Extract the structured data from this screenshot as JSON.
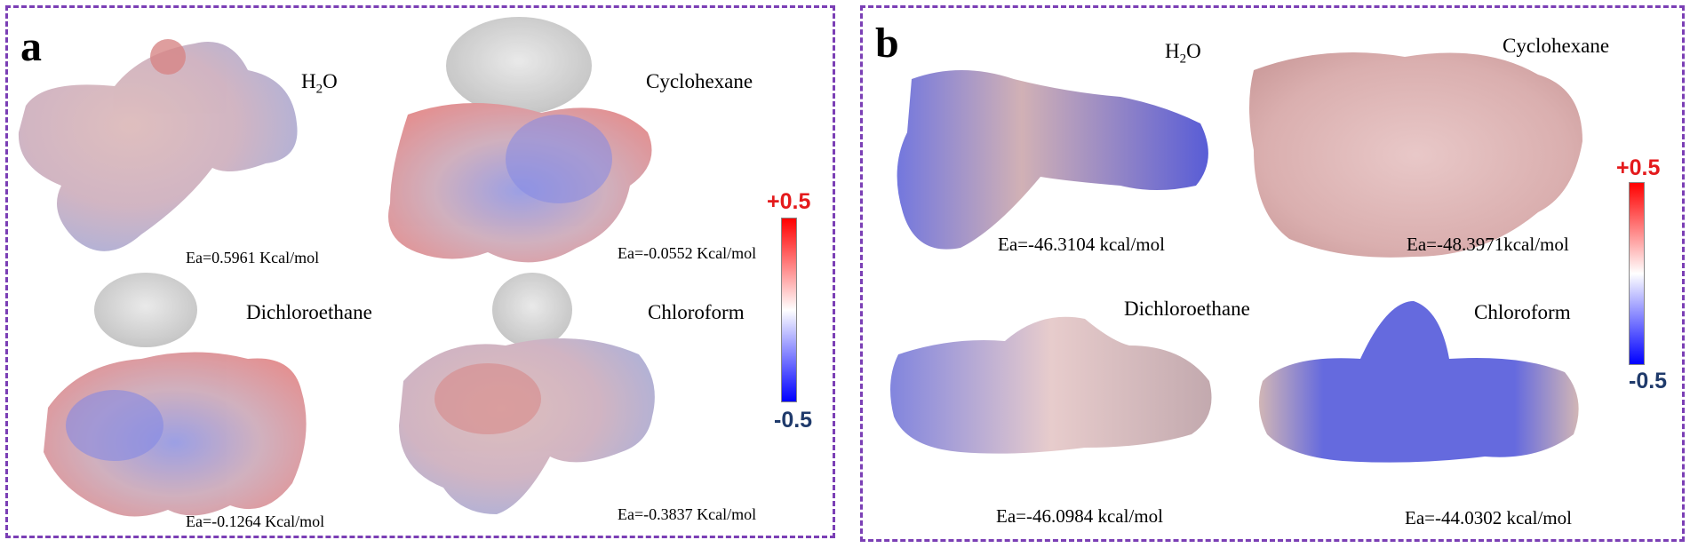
{
  "panel_a": {
    "letter": "a",
    "colorbar": {
      "max": "+0.5",
      "min": "-0.5"
    },
    "items": [
      {
        "solvent": "H",
        "sub": "2",
        "suffix": "O",
        "energy": "Ea=0.5961 Kcal/mol"
      },
      {
        "solvent": "Cyclohexane",
        "energy": "Ea=-0.0552 Kcal/mol"
      },
      {
        "solvent": "Dichloroethane",
        "energy": "Ea=-0.1264 Kcal/mol"
      },
      {
        "solvent": "Chloroform",
        "energy": "Ea=-0.3837 Kcal/mol"
      }
    ]
  },
  "panel_b": {
    "letter": "b",
    "colorbar": {
      "max": "+0.5",
      "min": "-0.5"
    },
    "items": [
      {
        "solvent": "H",
        "sub": "2",
        "suffix": "O",
        "energy": "Ea=-46.3104 kcal/mol"
      },
      {
        "solvent": "Cyclohexane",
        "energy": "Ea=-48.3971kcal/mol"
      },
      {
        "solvent": "Dichloroethane",
        "energy": "Ea=-46.0984 kcal/mol"
      },
      {
        "solvent": "Chloroform",
        "energy": "Ea=-44.0302 kcal/mol"
      }
    ]
  },
  "colors": {
    "border": "#7b3fb5",
    "positive": "#e41a1c",
    "negative": "#1f3a6b"
  }
}
